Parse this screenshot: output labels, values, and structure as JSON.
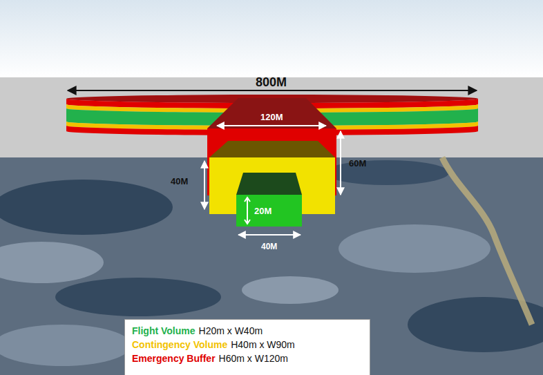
{
  "diagram": {
    "nodes": [
      {
        "text": [
          "20M"
        ]
      }
    ],
    "labels": [
      "800M",
      "120M",
      "60M",
      "40M",
      "40M",
      "H20m x W40m",
      "H40m x W90m",
      "H60m x W120m"
    ],
    "legend": [
      {
        "text": "Flight Volume",
        "color": "#22b14c"
      },
      {
        "text": "Contingency Volume",
        "color": "#f2c200"
      },
      {
        "text": "Emergency Buffer",
        "color": "#e00000"
      }
    ]
  }
}
